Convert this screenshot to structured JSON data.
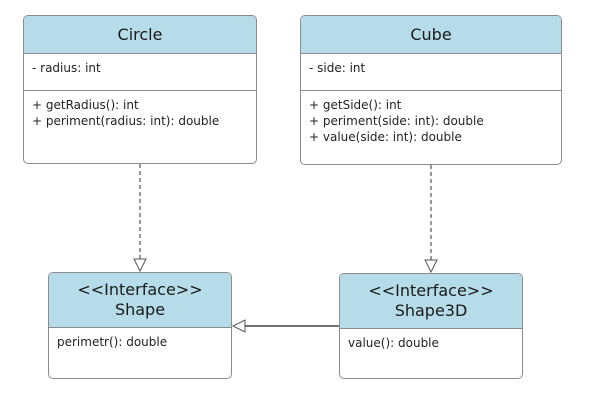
{
  "classes": {
    "circle": {
      "name": "Circle",
      "attributes": [
        "- radius: int"
      ],
      "methods": [
        "+ getRadius(): int",
        "+ periment(radius: int): double"
      ]
    },
    "cube": {
      "name": "Cube",
      "attributes": [
        "- side: int"
      ],
      "methods": [
        "+ getSide(): int",
        "+ periment(side: int): double",
        "+ value(side: int): double"
      ]
    }
  },
  "interfaces": {
    "shape": {
      "stereotype": "<<Interface>>",
      "name": "Shape",
      "methods": [
        "perimetr(): double"
      ]
    },
    "shape3d": {
      "stereotype": "<<Interface>>",
      "name": "Shape3D",
      "methods": [
        "value(): double"
      ]
    }
  },
  "colors": {
    "header": "#b5dce8",
    "border": "#8c8c8c",
    "edge": "#555555"
  }
}
